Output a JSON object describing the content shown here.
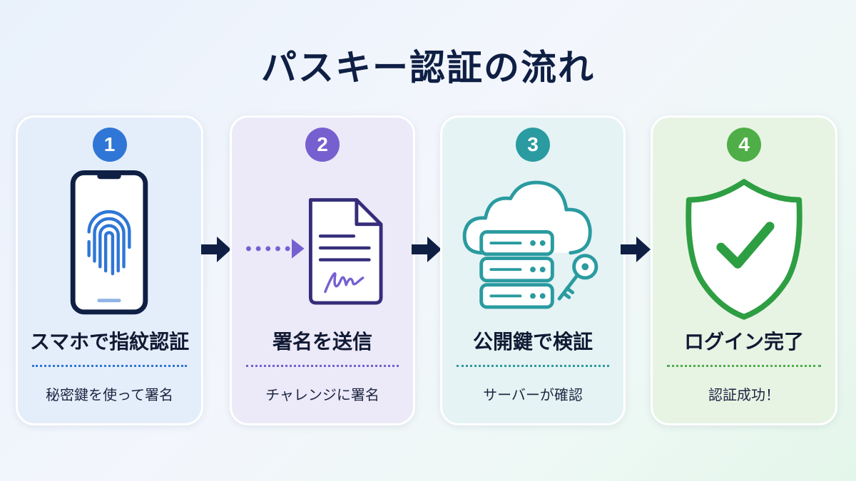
{
  "title": "パスキー認証の流れ",
  "colors": {
    "step1": "#2f76d6",
    "step2": "#7660cf",
    "step3": "#2a9ba0",
    "step4": "#4fae47",
    "title": "#0f1f44",
    "arrow": "#0f1f44"
  },
  "steps": [
    {
      "number": "1",
      "label": "スマホで指紋認証",
      "description": "秘密鍵を使って署名",
      "icon": "smartphone-fingerprint-icon"
    },
    {
      "number": "2",
      "label": "署名を送信",
      "description": "チャレンジに署名",
      "icon": "signed-document-icon"
    },
    {
      "number": "3",
      "label": "公開鍵で検証",
      "description": "サーバーが確認",
      "icon": "cloud-server-key-icon"
    },
    {
      "number": "4",
      "label": "ログイン完了",
      "description": "認証成功！",
      "icon": "shield-check-icon"
    }
  ]
}
